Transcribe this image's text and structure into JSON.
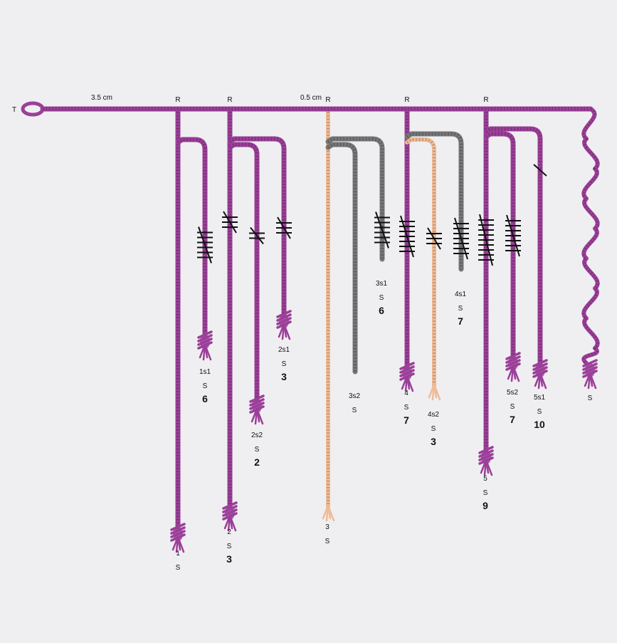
{
  "colors": {
    "purple": "#9b3f99",
    "tan": "#f0bb95",
    "gray": "#777777",
    "knot": "#111111",
    "background": "#efeff1"
  },
  "main_cord": {
    "start_label": "T",
    "distance_labels": [
      "3.5 cm",
      "0.5 cm"
    ],
    "wavy_end_label": "S"
  },
  "cords": [
    {
      "id": "1",
      "color": "purple",
      "attachment": "R",
      "twist": "S",
      "value": ""
    },
    {
      "id": "1s1",
      "color": "purple",
      "attachment": "",
      "twist": "S",
      "value": "6"
    },
    {
      "id": "2",
      "color": "purple",
      "attachment": "R",
      "twist": "S",
      "value": "3"
    },
    {
      "id": "2s2",
      "color": "purple",
      "attachment": "",
      "twist": "S",
      "value": "2"
    },
    {
      "id": "2s1",
      "color": "purple",
      "attachment": "",
      "twist": "S",
      "value": "3"
    },
    {
      "id": "3",
      "color": "tan",
      "attachment": "R",
      "twist": "S",
      "value": ""
    },
    {
      "id": "3s2",
      "color": "gray",
      "attachment": "",
      "twist": "S",
      "value": ""
    },
    {
      "id": "3s1",
      "color": "gray",
      "attachment": "",
      "twist": "S",
      "value": "6"
    },
    {
      "id": "4",
      "color": "purple",
      "attachment": "R",
      "twist": "S",
      "value": "7"
    },
    {
      "id": "4s2",
      "color": "tan",
      "attachment": "",
      "twist": "S",
      "value": "3"
    },
    {
      "id": "4s1",
      "color": "gray",
      "attachment": "",
      "twist": "S",
      "value": "7"
    },
    {
      "id": "5",
      "color": "purple",
      "attachment": "R",
      "twist": "S",
      "value": "9"
    },
    {
      "id": "5s2",
      "color": "purple",
      "attachment": "",
      "twist": "S",
      "value": "7"
    },
    {
      "id": "5s1",
      "color": "purple",
      "attachment": "",
      "twist": "S",
      "value": "10"
    }
  ]
}
